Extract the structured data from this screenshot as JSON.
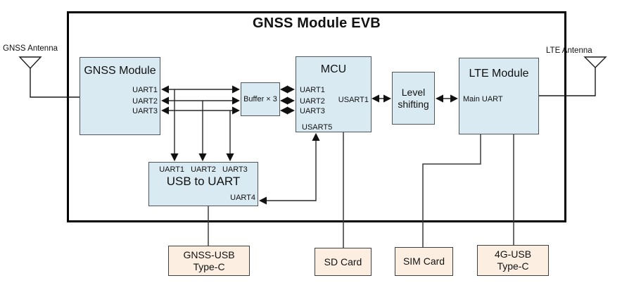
{
  "diagram": {
    "title": "GNSS Module EVB",
    "antennas": {
      "gnss_label": "GNSS Antenna",
      "lte_label": "LTE Antenna"
    },
    "blocks": {
      "gnss_module": {
        "label": "GNSS Module",
        "ports": {
          "uart1": "UART1",
          "uart2": "UART2",
          "uart3": "UART3"
        }
      },
      "buffer": {
        "label": "Buffer × 3"
      },
      "mcu": {
        "label": "MCU",
        "ports": {
          "uart1": "UART1",
          "uart2": "UART2",
          "uart3": "UART3",
          "usart1": "USART1",
          "usart5": "USART5"
        }
      },
      "level_shifting": {
        "line1": "Level",
        "line2": "shifting"
      },
      "lte_module": {
        "label": "LTE Module",
        "ports": {
          "main_uart": "Main UART"
        }
      },
      "usb_to_uart": {
        "label": "USB to UART",
        "ports": {
          "uart1": "UART1",
          "uart2": "UART2",
          "uart3": "UART3",
          "uart4": "UART4"
        }
      }
    },
    "external_connectors": {
      "gnss_usb": {
        "line1": "GNSS-USB",
        "line2": "Type-C"
      },
      "sd_card": {
        "label": "SD Card"
      },
      "sim_card": {
        "label": "SIM Card"
      },
      "usb_4g": {
        "line1": "4G-USB",
        "line2": "Type-C"
      }
    },
    "colors": {
      "block_fill": "#daeaf3",
      "external_fill": "#fcefe2",
      "border_outer": "#000000",
      "block_border": "#4c565c",
      "wire": "#1a1a1a"
    }
  }
}
